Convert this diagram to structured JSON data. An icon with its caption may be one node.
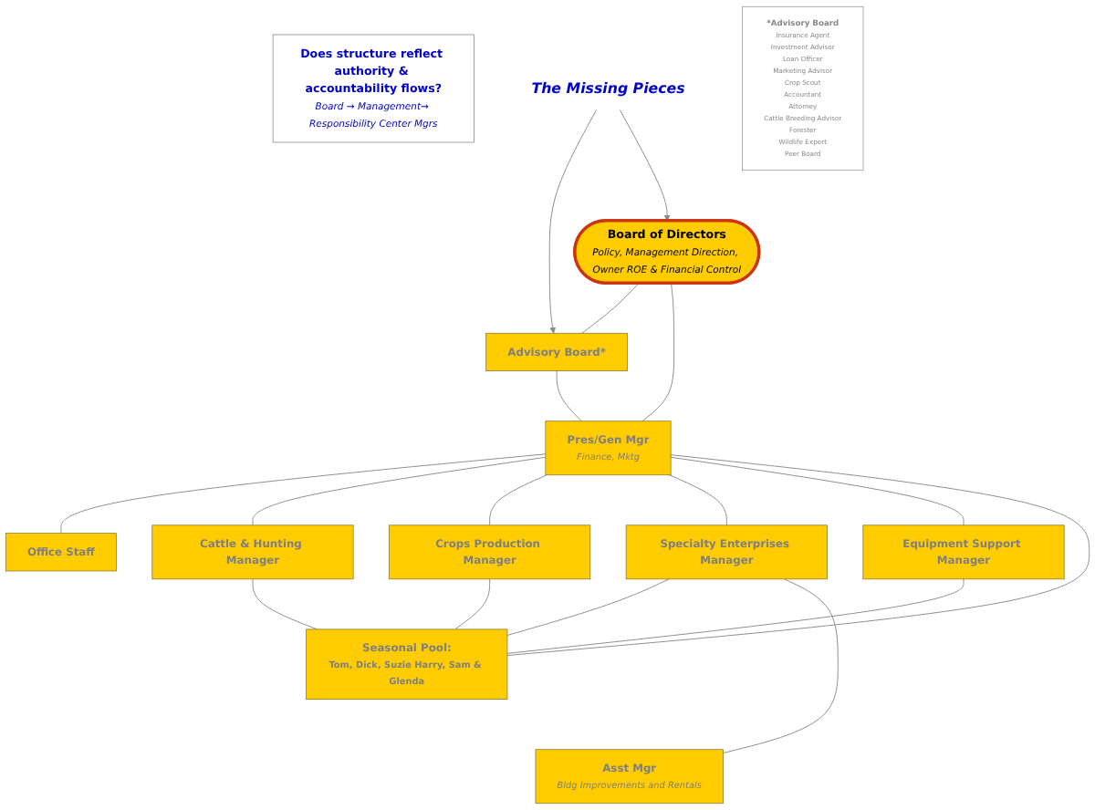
{
  "diagram": {
    "nodes": [
      {
        "text": [
          "Board of Directors",
          "Policy, Management Direction, Owner ROE & Financial Control"
        ]
      },
      {
        "text": [
          "Does structure reflect authority & accountability flows?",
          "Board → Management→ Responsibility Center Mgrs"
        ]
      },
      {
        "text": [
          "Advisory Board*"
        ]
      },
      {
        "text": [
          "The Missing Pieces"
        ]
      },
      {
        "text": [
          "Pres/Gen Mgr",
          "Finance, Mktg"
        ]
      },
      {
        "text": [
          "Office Staff"
        ]
      },
      {
        "text": [
          "Cattle & Hunting Manager"
        ]
      },
      {
        "text": [
          "Crops Production Manager"
        ]
      },
      {
        "text": [
          "Specialty Enterprises Manager"
        ]
      },
      {
        "text": [
          "Equipment Support Manager"
        ]
      },
      {
        "text": [
          "Seasonal Pool:",
          "Tom, Dick, Suzie Harry, Sam & Glenda"
        ]
      },
      {
        "text": [
          "Asst Mgr",
          "Bldg Improvements and Rentals"
        ]
      },
      {
        "text": [
          "*Advisory Board",
          "Insurance Agent",
          "Investment Advisor",
          "Loan Officer",
          "Marketing Advisor",
          "Crop Scout",
          "Accountant",
          "Attorney",
          "Cattle Breeding Advisor",
          "Forester",
          "Wildlife Expert",
          "Peer Board"
        ]
      }
    ],
    "edges": [
      {
        "from": 0,
        "to": 2,
        "arrow": "none"
      },
      {
        "from": 0,
        "to": 4,
        "arrow": "none"
      },
      {
        "from": 3,
        "to": 2,
        "arrow": "to"
      },
      {
        "from": 3,
        "to": 0,
        "arrow": "to"
      },
      {
        "from": 2,
        "to": 4,
        "arrow": "none"
      },
      {
        "from": 4,
        "to": 5,
        "arrow": "none"
      },
      {
        "from": 4,
        "to": 6,
        "arrow": "none"
      },
      {
        "from": 4,
        "to": 7,
        "arrow": "none"
      },
      {
        "from": 4,
        "to": 8,
        "arrow": "none"
      },
      {
        "from": 4,
        "to": 9,
        "arrow": "none"
      },
      {
        "from": 4,
        "to": 10,
        "arrow": "none"
      },
      {
        "from": 6,
        "to": 10,
        "arrow": "none"
      },
      {
        "from": 7,
        "to": 10,
        "arrow": "none"
      },
      {
        "from": 8,
        "to": 10,
        "arrow": "none"
      },
      {
        "from": 9,
        "to": 10,
        "arrow": "none"
      },
      {
        "from": 8,
        "to": 11,
        "arrow": "none"
      }
    ]
  }
}
